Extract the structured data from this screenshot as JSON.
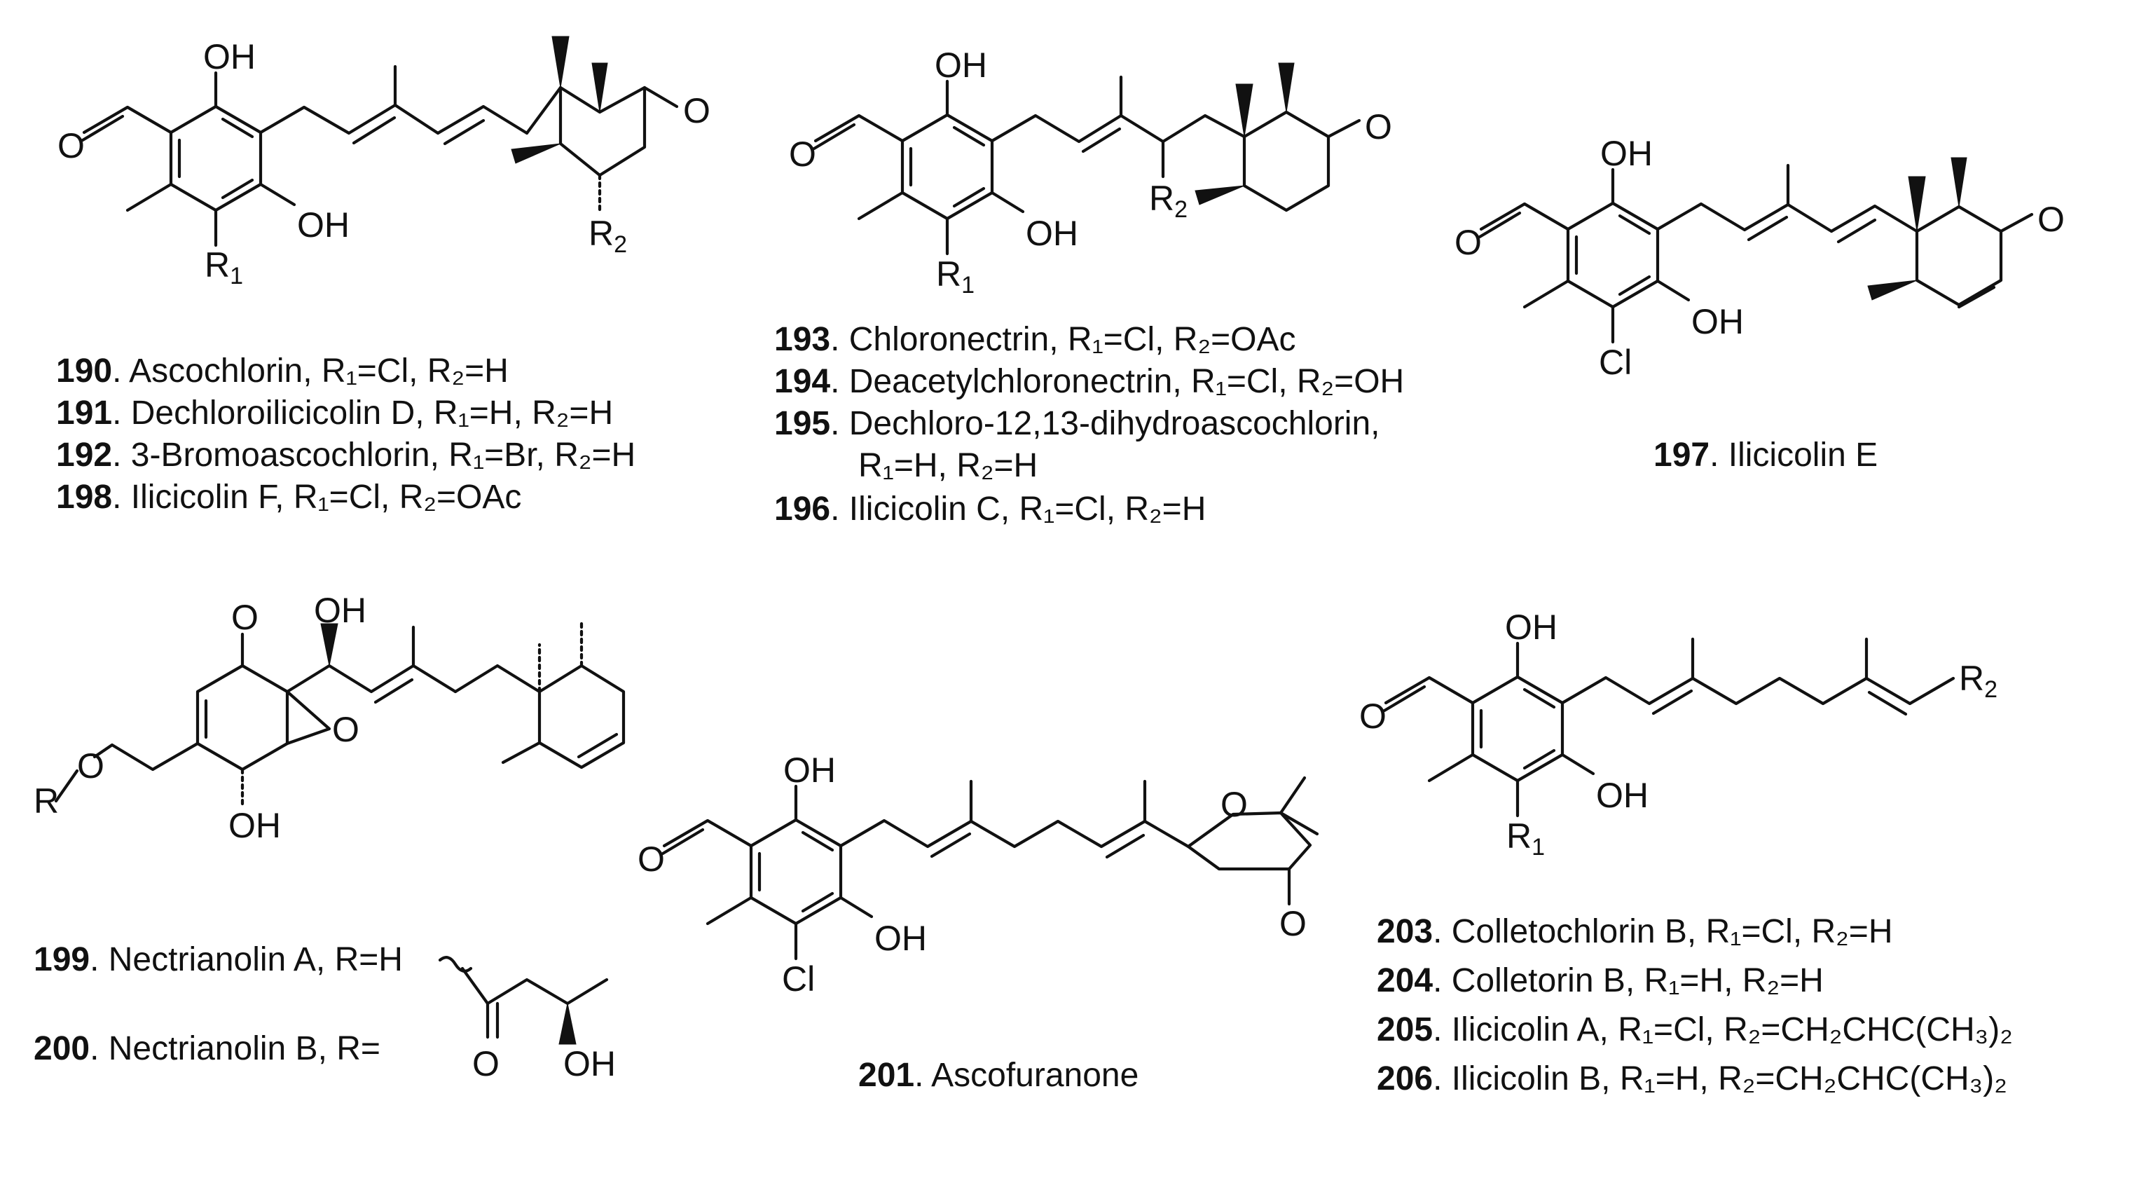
{
  "atoms": {
    "oh": "OH",
    "o": "O",
    "cl": "Cl",
    "r": "R",
    "r1": "R",
    "r1_sub": "1",
    "r2": "R",
    "r2_sub": "2"
  },
  "compounds": [
    {
      "num": "190",
      "text": ". Ascochlorin, R₁=Cl, R₂=H"
    },
    {
      "num": "191",
      "text": ". Dechloroilicicolin D, R₁=H, R₂=H"
    },
    {
      "num": "192",
      "text": ". 3-Bromoascochlorin, R₁=Br, R₂=H"
    },
    {
      "num": "198",
      "text": ". Ilicicolin F, R₁=Cl, R₂=OAc"
    },
    {
      "num": "193",
      "text": ". Chloronectrin, R₁=Cl, R₂=OAc"
    },
    {
      "num": "194",
      "text": ". Deacetylchloronectrin, R₁=Cl, R₂=OH"
    },
    {
      "num": "195",
      "text": ". Dechloro-12,13-dihydroascochlorin,",
      "text2": "R₁=H, R₂=H"
    },
    {
      "num": "196",
      "text": ". Ilicicolin C, R₁=Cl, R₂=H"
    },
    {
      "num": "197",
      "text": ". Ilicicolin E"
    },
    {
      "num": "199",
      "text": ". Nectrianolin A, R=H"
    },
    {
      "num": "200",
      "text": ". Nectrianolin B, R="
    },
    {
      "num": "201",
      "text": ". Ascofuranone"
    },
    {
      "num": "203",
      "text": ". Colletochlorin B, R₁=Cl, R₂=H"
    },
    {
      "num": "204",
      "text": ". Colletorin B, R₁=H, R₂=H"
    },
    {
      "num": "205",
      "text": ". Ilicicolin A, R₁=Cl, R₂=CH₂CHC(CH₃)₂"
    },
    {
      "num": "206",
      "text": ". Ilicicolin B, R₁=H, R₂=CH₂CHC(CH₃)₂"
    }
  ]
}
